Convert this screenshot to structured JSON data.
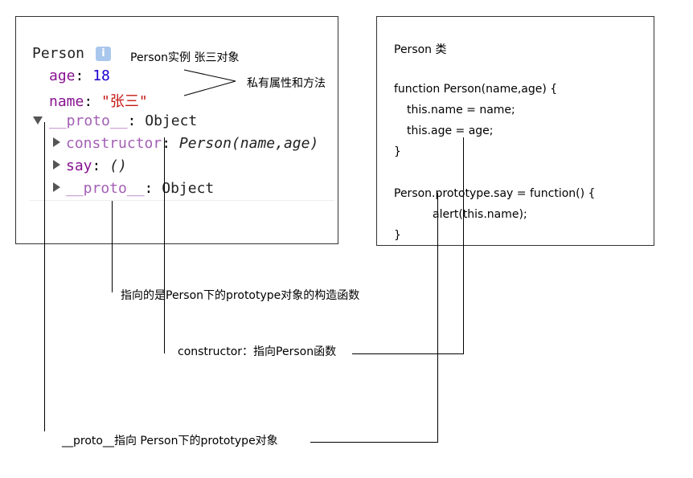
{
  "devtools": {
    "object_name": "Person",
    "info_icon": "i",
    "age_key": "age",
    "age_value": "18",
    "name_key": "name",
    "name_value": "\"张三\"",
    "proto_key": "__proto__",
    "proto_value": "Object",
    "constructor_key": "constructor",
    "constructor_value": "Person(name,age)",
    "say_key": "say",
    "say_value": "()",
    "proto2_key": "__proto__",
    "proto2_value": "Object",
    "colon": ":"
  },
  "annotations": {
    "instance_label": "Person实例 张三对象",
    "private_label": "私有属性和方法",
    "proto_constructor_note": "指向的是Person下的prototype对象的构造函数",
    "constructor_note": "constructor：指向Person函数",
    "proto_note": "__proto__指向 Person下的prototype对象"
  },
  "code": {
    "title": "Person 类",
    "lines": [
      "function Person(name,age)  {",
      "this.name = name;",
      "this.age = age;",
      "}",
      "Person.prototype.say = function() {",
      "alert(this.name);",
      "}"
    ]
  },
  "colors": {
    "key_purple": "#881391",
    "key_light": "#a35fb5",
    "number": "#1c00cf",
    "string": "#c41a16"
  }
}
